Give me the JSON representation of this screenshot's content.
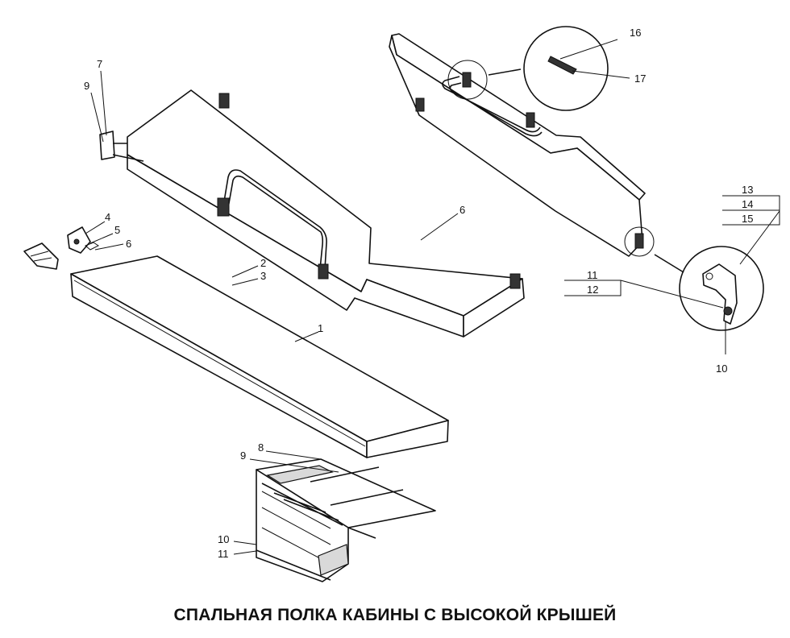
{
  "title": "СПАЛЬНАЯ ПОЛКА КАБИНЫ С ВЫСОКОЙ КРЫШЕЙ",
  "callouts": [
    {
      "id": "c7",
      "text": "7"
    },
    {
      "id": "c9a",
      "text": "9"
    },
    {
      "id": "c4",
      "text": "4"
    },
    {
      "id": "c5",
      "text": "5"
    },
    {
      "id": "c6a",
      "text": "6"
    },
    {
      "id": "c2",
      "text": "2"
    },
    {
      "id": "c3",
      "text": "3"
    },
    {
      "id": "c1",
      "text": "1"
    },
    {
      "id": "c6b",
      "text": "6"
    },
    {
      "id": "c16",
      "text": "16"
    },
    {
      "id": "c17",
      "text": "17"
    },
    {
      "id": "c13",
      "text": "13"
    },
    {
      "id": "c14",
      "text": "14"
    },
    {
      "id": "c15",
      "text": "15"
    },
    {
      "id": "c11a",
      "text": "11"
    },
    {
      "id": "c12",
      "text": "12"
    },
    {
      "id": "c10a",
      "text": "10"
    },
    {
      "id": "c8",
      "text": "8"
    },
    {
      "id": "c9b",
      "text": "9"
    },
    {
      "id": "c10b",
      "text": "10"
    },
    {
      "id": "c11b",
      "text": "11"
    }
  ]
}
